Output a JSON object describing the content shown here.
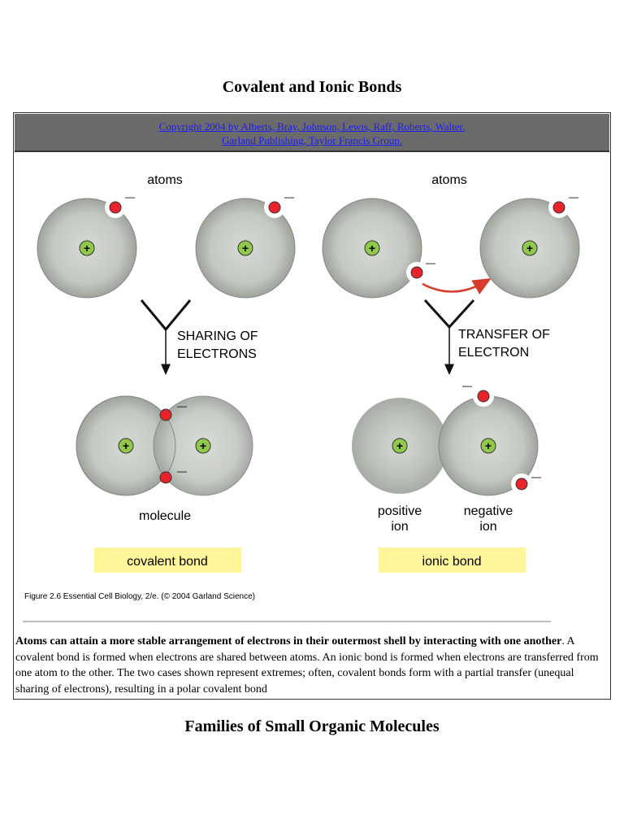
{
  "page": {
    "title": "Covalent and Ionic Bonds",
    "next_title": "Families of Small Organic Molecules"
  },
  "banner": {
    "line1": "Copyright 2004 by Alberts, Bray, Johnson, Lewis, Raff, Roberts, Walter.",
    "line2": "Garland Publishing, Taylor Francis Group."
  },
  "figure": {
    "left_atoms_label": "atoms",
    "right_atoms_label": "atoms",
    "sharing_line1": "SHARING OF",
    "sharing_line2": "ELECTRONS",
    "transfer_line1": "TRANSFER OF",
    "transfer_line2": "ELECTRON",
    "molecule_label": "molecule",
    "positive_line1": "positive",
    "positive_line2": "ion",
    "negative_line1": "negative",
    "negative_line2": "ion",
    "covalent_bond_label": "covalent bond",
    "ionic_bond_label": "ionic bond",
    "figure_credit": "Figure 2.6  Essential Cell Biology, 2/e. (© 2004 Garland Science)",
    "plus_symbol": "+",
    "minus_symbol": "—",
    "colors": {
      "electron": "#e8232b",
      "label_box": "#fff59a",
      "nucleus": "#8fc84a",
      "arrow": "#d83a2c"
    }
  },
  "caption": {
    "bold_lead": "Atoms can attain a more stable arrangement of electrons in their outermost shell by interacting with one another",
    "body": ". A covalent bond is formed when electrons are shared between atoms. An ionic bond is formed when electrons are transferred from one atom to the other. The two cases shown represent extremes; often, covalent bonds form with a partial transfer (unequal sharing of electrons), resulting in a polar covalent bond"
  }
}
